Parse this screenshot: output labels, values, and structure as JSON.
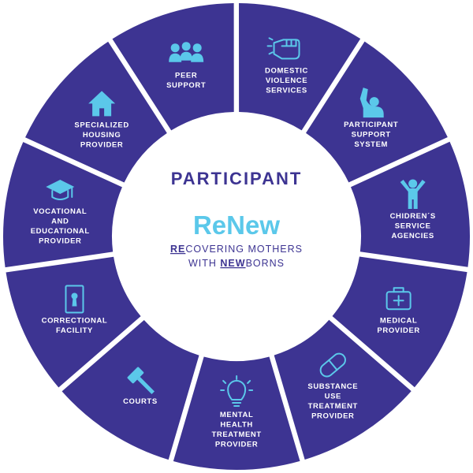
{
  "center": {
    "title": "PARTICIPANT",
    "logo_text": "ReNew",
    "tagline_line1_strong": "RE",
    "tagline_line1_rest": "COVERING MOTHERS",
    "tagline_line2_pre": "WITH ",
    "tagline_line2_strong": "NEW",
    "tagline_line2_rest": "BORNS"
  },
  "colors": {
    "segment": "#3d3492",
    "icon": "#5bc8ea",
    "center_text": "#3d3492",
    "logo": "#5bc8ea"
  },
  "segments": [
    {
      "icon": "people-icon",
      "lines": [
        "PEER",
        "SUPPORT"
      ]
    },
    {
      "icon": "fist-icon",
      "lines": [
        "DOMESTIC",
        "VIOLENCE",
        "SERVICES"
      ]
    },
    {
      "icon": "raised-hand-icon",
      "lines": [
        "PARTICIPANT",
        "SUPPORT",
        "SYSTEM"
      ]
    },
    {
      "icon": "child-icon",
      "lines": [
        "CHIDREN´S",
        "SERVICE",
        "AGENCIES"
      ]
    },
    {
      "icon": "medical-kit-icon",
      "lines": [
        "MEDICAL",
        "PROVIDER"
      ]
    },
    {
      "icon": "pill-icon",
      "lines": [
        "SUBSTANCE",
        "USE",
        "TREATMENT",
        "PROVIDER"
      ]
    },
    {
      "icon": "lightbulb-icon",
      "lines": [
        "MENTAL",
        "HEALTH",
        "TREATMENT",
        "PROVIDER"
      ]
    },
    {
      "icon": "gavel-icon",
      "lines": [
        "COURTS"
      ]
    },
    {
      "icon": "keyhole-door-icon",
      "lines": [
        "CORRECTIONAL",
        "FACILITY"
      ]
    },
    {
      "icon": "graduation-cap-icon",
      "lines": [
        "VOCATIONAL",
        "AND",
        "EDUCATIONAL",
        "PROVIDER"
      ]
    },
    {
      "icon": "house-icon",
      "lines": [
        "SPECIALIZED",
        "HOUSING",
        "PROVIDER"
      ]
    }
  ]
}
